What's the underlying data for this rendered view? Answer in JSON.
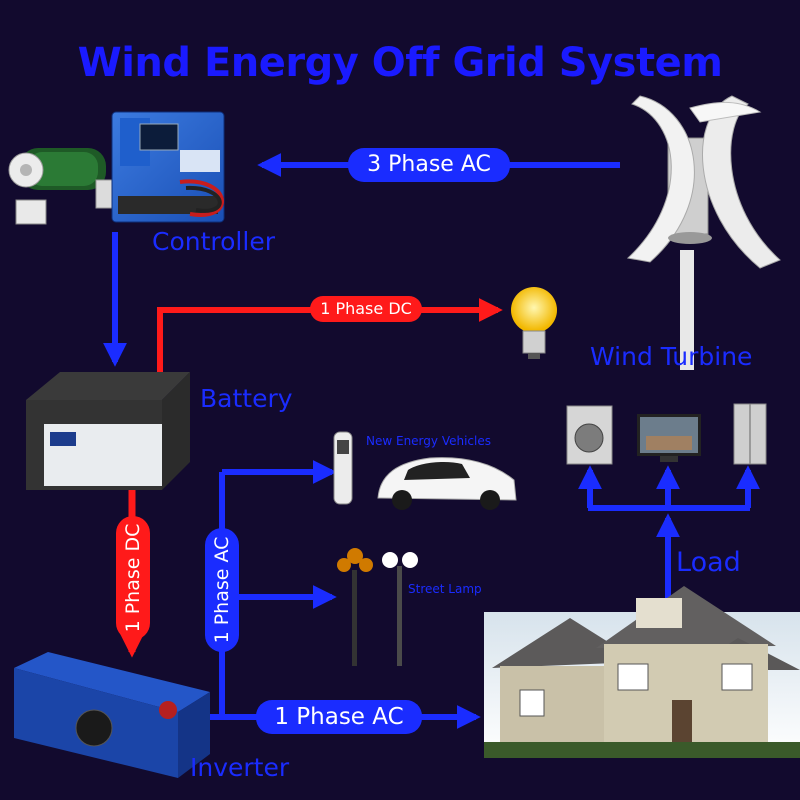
{
  "title": "Wind Energy Off Grid System",
  "labels": {
    "controller": "Controller",
    "wind_turbine": "Wind Turbine",
    "battery": "Battery",
    "inverter": "Inverter",
    "load": "Load",
    "vehicles": "New Energy Vehicles",
    "street_lamp": "Street Lamp"
  },
  "connections": {
    "turbine_to_controller": "3  Phase AC",
    "battery_to_bulb": "1 Phase DC",
    "battery_to_inverter": "1 Phase DC",
    "inverter_branch": "1 Phase AC",
    "inverter_to_house": "1 Phase AC"
  },
  "colors": {
    "background": "#120a2e",
    "ac_line": "#1a2cff",
    "dc_line": "#ff1a1a",
    "label_text": "#1a2cff"
  }
}
